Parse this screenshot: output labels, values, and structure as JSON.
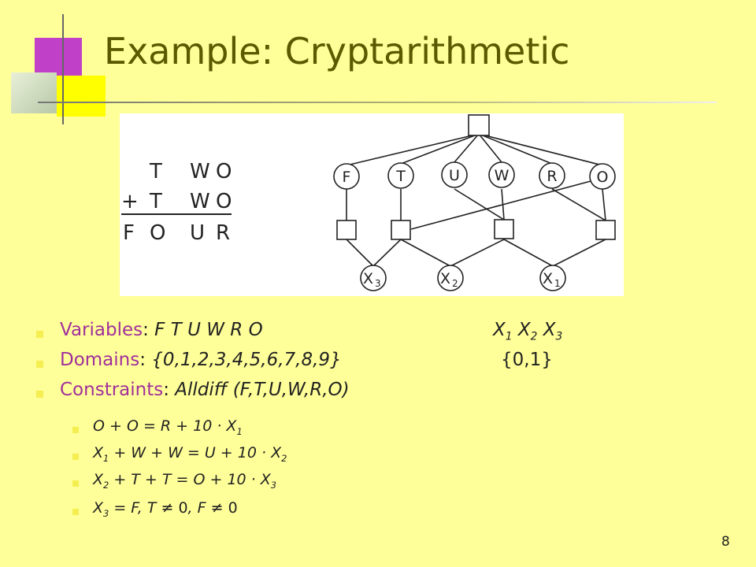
{
  "slide": {
    "title": "Example: Cryptarithmetic",
    "page_number": "8"
  },
  "figure": {
    "sum_rows": [
      [
        "T",
        "W",
        "O"
      ],
      [
        "T",
        "W",
        "O"
      ],
      [
        "F",
        "O",
        "U",
        "R"
      ]
    ],
    "plus_sign": "+",
    "variable_nodes": [
      "F",
      "T",
      "U",
      "W",
      "R",
      "O"
    ],
    "carry_nodes": [
      {
        "letter": "X",
        "index": "3"
      },
      {
        "letter": "X",
        "index": "2"
      },
      {
        "letter": "X",
        "index": "1"
      }
    ]
  },
  "bullets": {
    "variables": {
      "label": "Variables",
      "sep": ": ",
      "value": "F T U W R O",
      "carries": [
        {
          "letter": "X",
          "index": "1"
        },
        {
          "letter": "X",
          "index": "2"
        },
        {
          "letter": "X",
          "index": "3"
        }
      ]
    },
    "domains": {
      "label": "Domains",
      "sep": ": ",
      "value": "{0,1,2,3,4,5,6,7,8,9}",
      "carry_domain": "{0,1}"
    },
    "constraints": {
      "label": "Constraints",
      "sep": ": ",
      "value": "Alldiff (F,T,U,W,R,O)",
      "items": [
        {
          "lhs": "O + O = R + 10 · ",
          "var": "X",
          "idx": "1"
        },
        {
          "a": "X",
          "a_idx": "1",
          "mid": " + W + W = U + 10 · ",
          "var": "X",
          "idx": "2"
        },
        {
          "a": "X",
          "a_idx": "2",
          "mid": " + T + T = O + 10 · ",
          "var": "X",
          "idx": "3"
        },
        {
          "a": "X",
          "a_idx": "3",
          "p1": " = F, T ",
          "neq1": "≠ 0",
          "p2": ", F ",
          "neq2": "≠ 0"
        }
      ]
    }
  }
}
